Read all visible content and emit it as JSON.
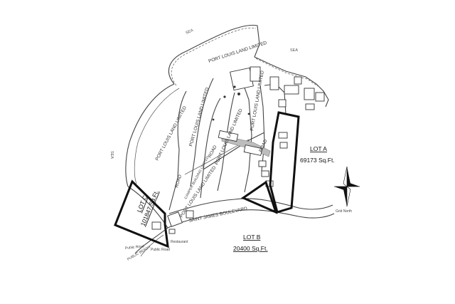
{
  "map": {
    "sea_label": "SEA",
    "port_louis_land_limited": "PORT LOUIS LAND LIMITED",
    "road_label": "ROAD",
    "saint_james_boulevard": "SAINT JAMES BOULEVARD",
    "public_road": "Public Road",
    "restaurant": "Restaurant",
    "north_label": "Grid North",
    "camper_building": "CAMPER BUILDING LIMITED",
    "public_beach": "PUBLIC BEACH"
  },
  "lots": {
    "lot_a": {
      "name": "LOT A",
      "area": "69173 Sq.Ft."
    },
    "lot_b": {
      "name": "LOT B",
      "area": "20400 Sq.Ft."
    },
    "lot_c": {
      "name": "LOT C",
      "area": "101847 Sq.Ft."
    }
  },
  "colors": {
    "lot_outline": "#111111",
    "linework": "#444444",
    "background": "#ffffff"
  },
  "icons": {
    "north_arrow": "compass-north-arrow-icon"
  }
}
